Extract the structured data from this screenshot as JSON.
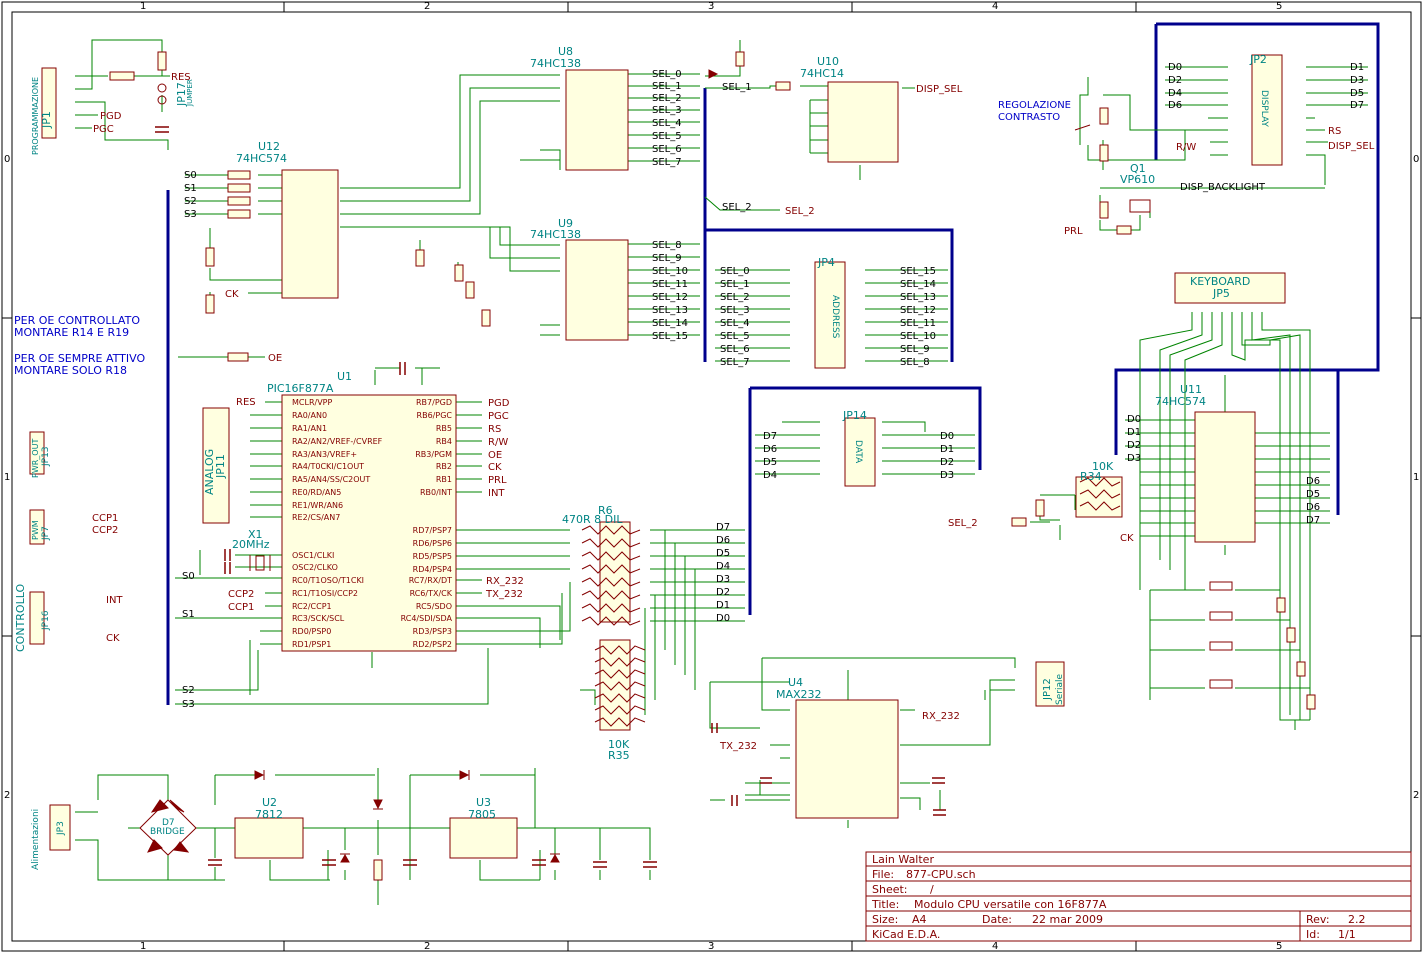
{
  "frame": {
    "cols": [
      "1",
      "2",
      "3",
      "4",
      "5"
    ],
    "rows": [
      "0",
      "1",
      "2"
    ]
  },
  "title_block": {
    "author": "Lain Walter",
    "file_label": "File:",
    "file": "877-CPU.sch",
    "sheet_label": "Sheet:",
    "sheet": "/",
    "title_label": "Title:",
    "title": "Modulo CPU versatile con 16F877A",
    "size_label": "Size:",
    "size": "A4",
    "date_label": "Date:",
    "date": "22 mar 2009",
    "rev_label": "Rev:",
    "rev": "2.2",
    "tool": "KiCad E.D.A.",
    "id_label": "Id:",
    "id": "1/1"
  },
  "notes": {
    "oe_line1": "PER OE CONTROLLATO",
    "oe_line2": "MONTARE R14 E R19",
    "oe_line3": "PER OE SEMPRE ATTIVO",
    "oe_line4": "MONTARE SOLO R18",
    "contrast_line1": "REGOLAZIONE",
    "contrast_line2": "CONTRASTO"
  },
  "components": {
    "u1": {
      "ref": "U1",
      "value": "PIC16F877A",
      "left_pins": [
        "MCLR/VPP",
        "RA0/AN0",
        "RA1/AN1",
        "RA2/AN2/VREF-/CVREF",
        "RA3/AN3/VREF+",
        "RA4/T0CKI/C1OUT",
        "RA5/AN4/SS/C2OUT",
        "RE0/RD/AN5",
        "RE1/WR/AN6",
        "RE2/CS/AN7",
        "OSC1/CLKI",
        "OSC2/CLKO",
        "RC0/T1OSO/T1CKI",
        "RC1/T1OSI/CCP2",
        "RC2/CCP1",
        "RC3/SCK/SCL",
        "RD0/PSP0",
        "RD1/PSP1"
      ],
      "right_pins": [
        "RB7/PGD",
        "RB6/PGC",
        "RB5",
        "RB4",
        "RB3/PGM",
        "RB2",
        "RB1",
        "RB0/INT",
        "RD7/PSP7",
        "RD6/PSP6",
        "RD5/PSP5",
        "RD4/PSP4",
        "RC7/RX/DT",
        "RC6/TX/CK",
        "RC5/SDO",
        "RC4/SDI/SDA",
        "RD3/PSP3",
        "RD2/PSP2"
      ]
    },
    "u8": {
      "ref": "U8",
      "value": "74HC138",
      "outs": [
        "SEL_0",
        "SEL_1",
        "SEL_2",
        "SEL_3",
        "SEL_4",
        "SEL_5",
        "SEL_6",
        "SEL_7"
      ]
    },
    "u9": {
      "ref": "U9",
      "value": "74HC138",
      "outs": [
        "SEL_8",
        "SEL_9",
        "SEL_10",
        "SEL_11",
        "SEL_12",
        "SEL_13",
        "SEL_14",
        "SEL_15"
      ]
    },
    "u10": {
      "ref": "U10",
      "value": "74HC14"
    },
    "u12": {
      "ref": "U12",
      "value": "74HC574"
    },
    "u11": {
      "ref": "U11",
      "value": "74HC574"
    },
    "u4": {
      "ref": "U4",
      "value": "MAX232"
    },
    "u2": {
      "ref": "U2",
      "value": "7812"
    },
    "u3": {
      "ref": "U3",
      "value": "7805"
    },
    "jp1": {
      "ref": "JP1",
      "value": "PROGRAMMAZIONE"
    },
    "jp2": {
      "ref": "JP2",
      "value": "DISPLAY"
    },
    "jp3": {
      "ref": "JP3",
      "value": "Alimentazioni"
    },
    "jp4": {
      "ref": "JP4",
      "value": "ADDRESS"
    },
    "jp5": {
      "ref": "JP5",
      "value": "KEYBOARD"
    },
    "jp7": {
      "ref": "JP7",
      "value": "PWM"
    },
    "jp11": {
      "ref": "JP11",
      "value": "ANALOG"
    },
    "jp12": {
      "ref": "JP12",
      "value": "Seriale"
    },
    "jp13": {
      "ref": "JP13",
      "value": "PWR_OUT"
    },
    "jp14": {
      "ref": "JP14",
      "value": "DATA"
    },
    "jp16": {
      "ref": "JP16",
      "value": "CONTROLLO"
    },
    "jp17": {
      "ref": "JP17",
      "value": "JUMPER"
    },
    "x1": {
      "ref": "X1",
      "value": "20MHz"
    },
    "q1": {
      "ref": "Q1",
      "value": "VP610"
    },
    "d7": {
      "ref": "D7",
      "value": "BRIDGE"
    },
    "r6": {
      "ref": "R6",
      "value": "470R 8 DIL"
    },
    "r35": {
      "ref": "R35",
      "value": "10K"
    },
    "r34": {
      "ref": "R34",
      "value": "10K"
    }
  },
  "nets": {
    "sel_left": [
      "SEL_0",
      "SEL_1",
      "SEL_2",
      "SEL_3",
      "SEL_4",
      "SEL_5",
      "SEL_6",
      "SEL_7"
    ],
    "sel_right": [
      "SEL_15",
      "SEL_14",
      "SEL_13",
      "SEL_12",
      "SEL_11",
      "SEL_10",
      "SEL_9",
      "SEL_8"
    ],
    "data_left": [
      "D7",
      "D6",
      "D5",
      "D4"
    ],
    "data_right": [
      "D0",
      "D1",
      "D2",
      "D3"
    ],
    "bus_d": [
      "D7",
      "D6",
      "D5",
      "D4",
      "D3",
      "D2",
      "D1",
      "D0"
    ],
    "s_lines": [
      "S0",
      "S1",
      "S2",
      "S3"
    ],
    "disp_left": [
      "D0",
      "D2",
      "D4",
      "D6"
    ],
    "disp_right": [
      "D1",
      "D3",
      "D5",
      "D7"
    ]
  },
  "labels": {
    "res": "RES",
    "pgd": "PGD",
    "pgc": "PGC",
    "oe": "OE",
    "ck": "CK",
    "rs": "RS",
    "rw": "R/W",
    "int": "INT",
    "prl": "PRL",
    "rx232": "RX_232",
    "tx232": "TX_232",
    "ccp1": "CCP1",
    "ccp2": "CCP2",
    "disp_sel": "DISP_SEL",
    "sel2": "SEL_2",
    "disp_backlight": "DISP_BACKLIGHT",
    "sel1": "SEL_1"
  }
}
